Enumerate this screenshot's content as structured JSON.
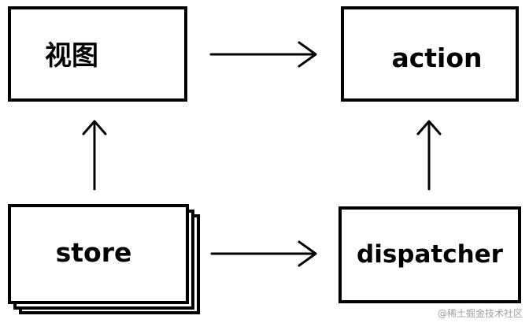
{
  "diagram": {
    "nodes": {
      "view": {
        "label": "视图"
      },
      "action": {
        "label": "action"
      },
      "store": {
        "label": "store"
      },
      "dispatcher": {
        "label": "dispatcher"
      }
    },
    "edges": [
      {
        "from": "view",
        "to": "action"
      },
      {
        "from": "store",
        "to": "view"
      },
      {
        "from": "store",
        "to": "dispatcher"
      },
      {
        "from": "dispatcher",
        "to": "action"
      }
    ]
  },
  "watermark": {
    "text": "@稀土掘金技术社区"
  }
}
